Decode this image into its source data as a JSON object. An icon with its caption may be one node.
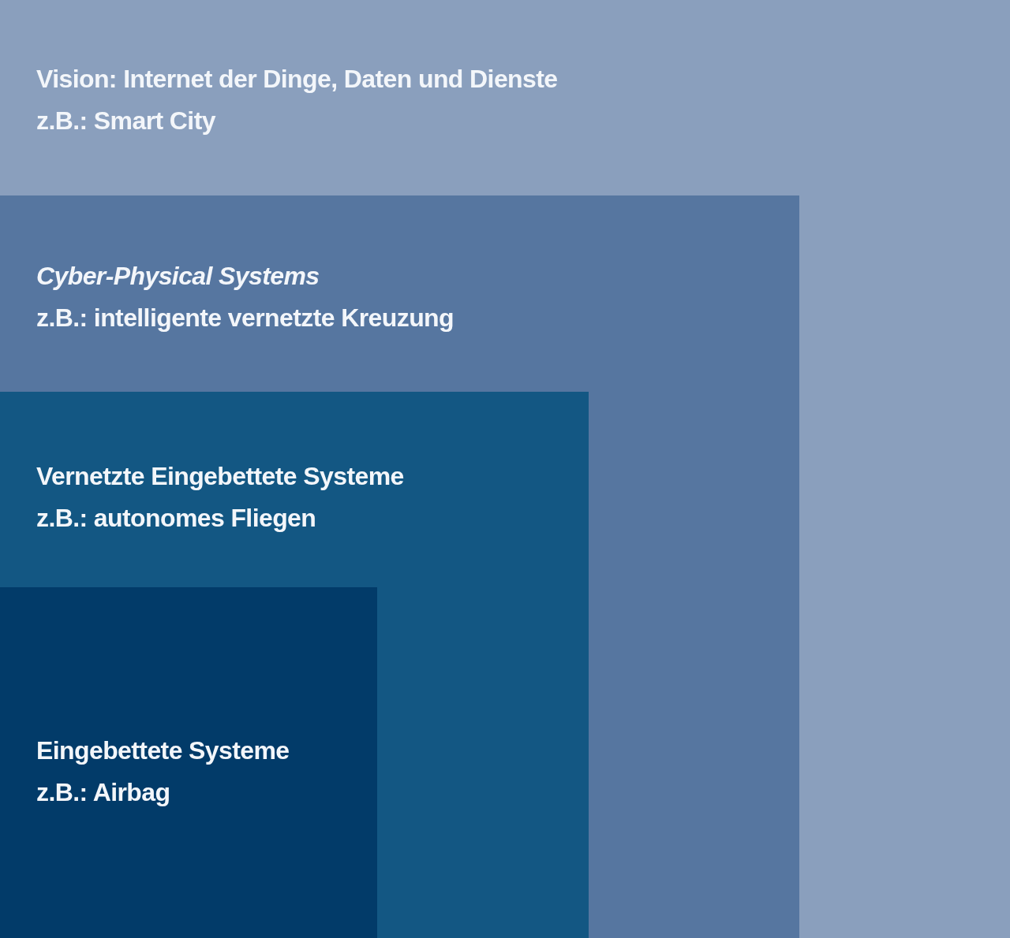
{
  "diagram": {
    "nodes": [
      {
        "text": [
          "Vision: Internet der Dinge, Daten und Dienste",
          "z.B.: Smart City"
        ]
      },
      {
        "text": [
          "Cyber-Physical Systems",
          "z.B.: intelligente vernetzte Kreuzung"
        ],
        "in": 0
      },
      {
        "text": [
          "Vernetzte Eingebettete Systeme",
          "z.B.: autonomes Fliegen"
        ],
        "in": 1
      },
      {
        "text": [
          "Eingebettete Systeme",
          "z.B.: Airbag"
        ],
        "in": 2
      }
    ]
  }
}
